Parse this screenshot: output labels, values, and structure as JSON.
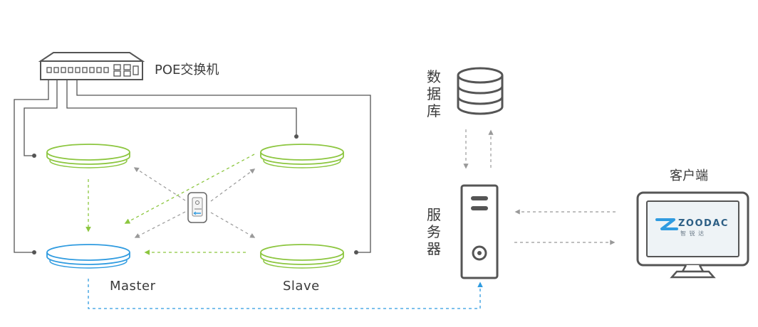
{
  "labels": {
    "switch": "POE交换机",
    "master": "Master",
    "slave": "Slave",
    "database": [
      "数",
      "据",
      "库"
    ],
    "server": [
      "服",
      "务",
      "器"
    ],
    "client": "客户端"
  },
  "logo": {
    "main": "ZOODAC",
    "sub": "智 锐 达"
  },
  "colors": {
    "green": "#8cc63f",
    "blue": "#2f9be0",
    "gray_line": "#555555",
    "dashed_gray": "#a8a8a8",
    "text": "#3a3a3a",
    "screen_bg": "#eef3f6",
    "logo": "#2d5f85"
  }
}
